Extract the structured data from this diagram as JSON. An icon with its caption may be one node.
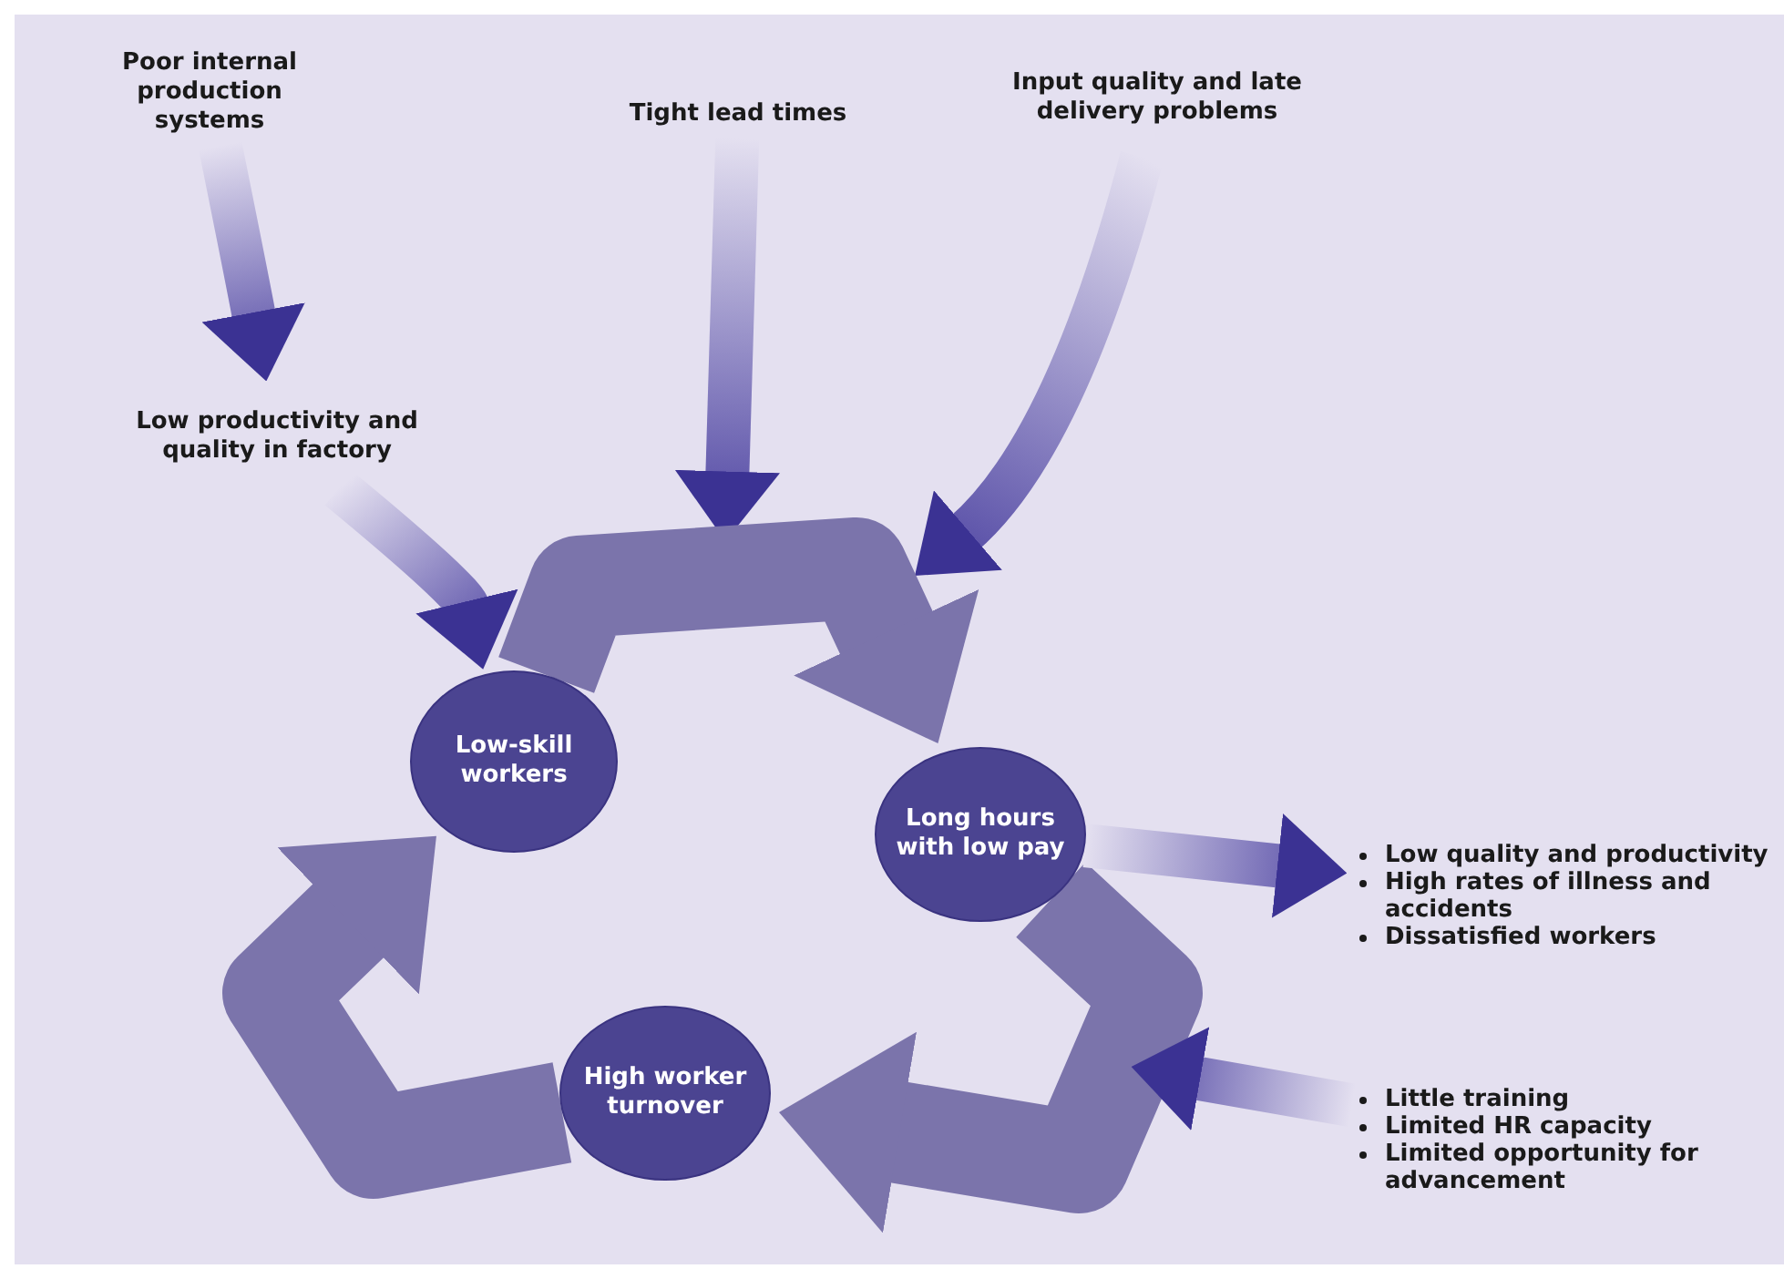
{
  "diagram": {
    "nodes": [
      {
        "text": [
          "Poor internal production systems"
        ]
      },
      {
        "text": [
          "Tight lead times"
        ]
      },
      {
        "text": [
          "Input quality and late delivery problems"
        ]
      },
      {
        "text": [
          "Low productivity and quality in factory"
        ]
      },
      {
        "text": [
          "Low-skill workers"
        ]
      },
      {
        "text": [
          "Long hours with low pay"
        ]
      },
      {
        "text": [
          "High worker turnover"
        ]
      },
      {
        "text": [
          "Low quality and productivity",
          "High rates of illness and accidents",
          "Dissatisfied workers"
        ]
      },
      {
        "text": [
          "Little training",
          "Limited HR capacity",
          "Limited opportunity for advancement"
        ]
      }
    ],
    "edges": [
      {
        "from": 0,
        "to": 3,
        "arrow": "to"
      },
      {
        "from": 3,
        "to": 4,
        "arrow": "to"
      },
      {
        "from": 1,
        "to": null,
        "arrow": "to"
      },
      {
        "from": 2,
        "to": null,
        "arrow": "to"
      },
      {
        "from": 4,
        "to": 5,
        "arrow": "to",
        "color": "#7b74ab"
      },
      {
        "from": 5,
        "to": 6,
        "arrow": "to",
        "color": "#7b74ab"
      },
      {
        "from": 6,
        "to": 4,
        "arrow": "to",
        "color": "#7b74ab"
      },
      {
        "from": 5,
        "to": 7,
        "arrow": "to"
      },
      {
        "from": 8,
        "to": null,
        "arrow": "to"
      }
    ]
  }
}
